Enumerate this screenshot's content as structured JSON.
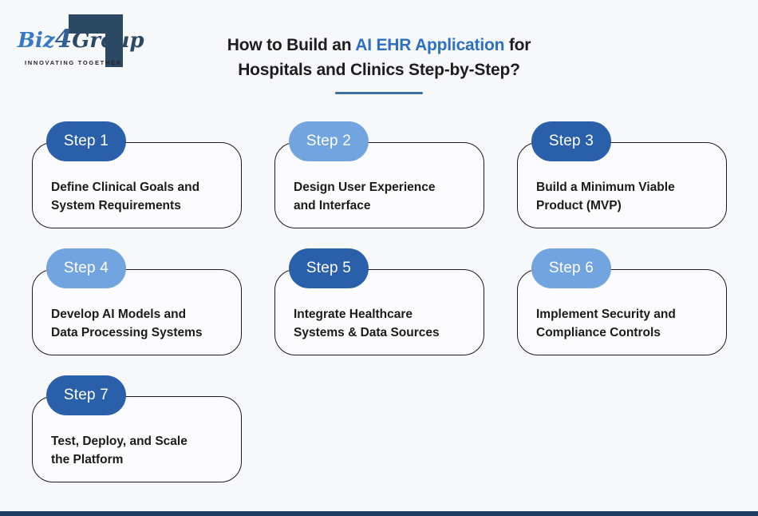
{
  "page": {
    "background_color": "#f7f8fa",
    "footer_bar_color": "#1d3a60"
  },
  "logo": {
    "biz": "Biz",
    "four": "4",
    "group": "Group",
    "tagline": "INNOVATING TOGETHER",
    "script_blue": "#3879c4",
    "navy": "#2c4964"
  },
  "header": {
    "line1_pre": "How to Build an ",
    "line1_highlight": "AI EHR Application",
    "line1_post": " for",
    "line2": "Hospitals and Clinics Step-by-Step?",
    "highlight_color": "#2d6fc0",
    "underline_color": "#3e6fa3"
  },
  "steps": [
    {
      "label": "Step 1",
      "badge_color": "#2a60aa",
      "line1": "Define Clinical Goals and",
      "line2": "System Requirements"
    },
    {
      "label": "Step 2",
      "badge_color": "#72a4e0",
      "line1": "Design User Experience",
      "line2": "and Interface"
    },
    {
      "label": "Step 3",
      "badge_color": "#2a60aa",
      "line1": "Build a Minimum Viable",
      "line2": "Product (MVP)"
    },
    {
      "label": "Step 4",
      "badge_color": "#72a4e0",
      "line1": "Develop AI Models and",
      "line2": "Data Processing Systems"
    },
    {
      "label": "Step 5",
      "badge_color": "#2a60aa",
      "line1": "Integrate Healthcare",
      "line2": "Systems & Data Sources"
    },
    {
      "label": "Step 6",
      "badge_color": "#72a4e0",
      "line1": "Implement Security and",
      "line2": "Compliance Controls"
    },
    {
      "label": "Step 7",
      "badge_color": "#2a60aa",
      "line1": "Test, Deploy, and Scale",
      "line2": "the Platform"
    }
  ]
}
